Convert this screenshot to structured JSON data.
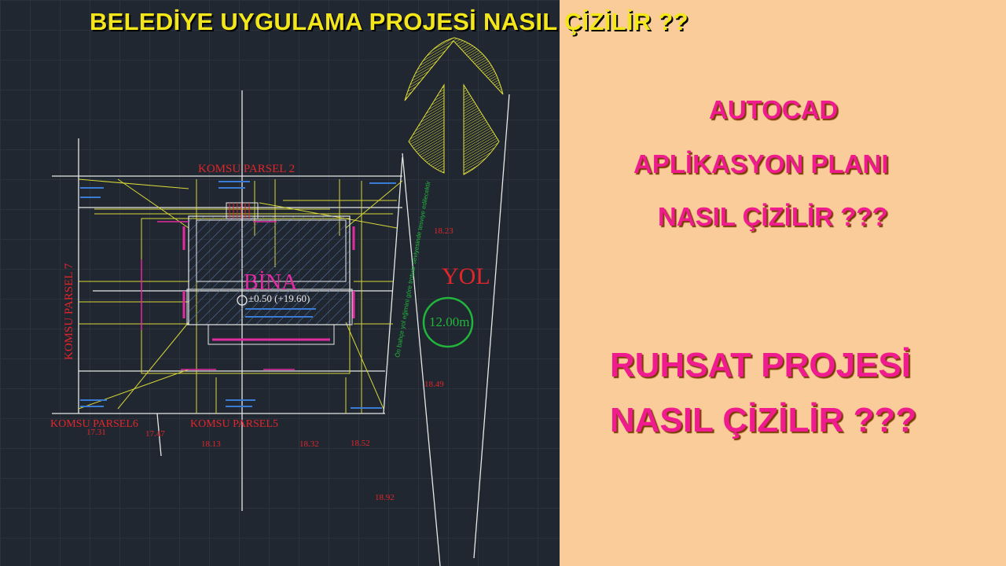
{
  "banner_title": "BELEDİYE UYGULAMA PROJESİ NASIL ÇİZİLİR  ??",
  "right_panel": {
    "line1": "AUTOCAD",
    "line2": "APLİKASYON PLANI",
    "line3": "NASIL ÇİZİLİR ???",
    "line4": "RUHSAT PROJESİ",
    "line5": "NASIL ÇİZİLİR ???"
  },
  "drawing": {
    "neighbor_top": "KOMSU PARSEL 2",
    "neighbor_left": "KOMSU PARSEL 7",
    "neighbor_bottom_left": "KOMSU PARSEL6",
    "neighbor_bottom_mid": "KOMSU PARSEL5",
    "building_label": "BİNA",
    "building_elevation": "±0.50 (+19.60)",
    "road_label": "YOL",
    "road_width": "12.00m",
    "garden_note": "Ön bahçe yol eğimini göre trotuar seviyesinde tesviye edilecektir",
    "elevations": [
      "18.23",
      "18.49",
      "17.31",
      "17.47",
      "18.13",
      "18.32",
      "18.52",
      "18.92"
    ]
  },
  "colors": {
    "cad_background": "#212730",
    "right_background": "#f9cc99",
    "banner_text": "#f3e61a",
    "right_text": "#ef1b8f",
    "cad_white": "#e8e8e8",
    "cad_yellow": "#d7d739",
    "cad_red": "#e0262b",
    "cad_magenta": "#e02ca0",
    "cad_green": "#21b53c",
    "cad_cyan": "#3a7bd5"
  }
}
